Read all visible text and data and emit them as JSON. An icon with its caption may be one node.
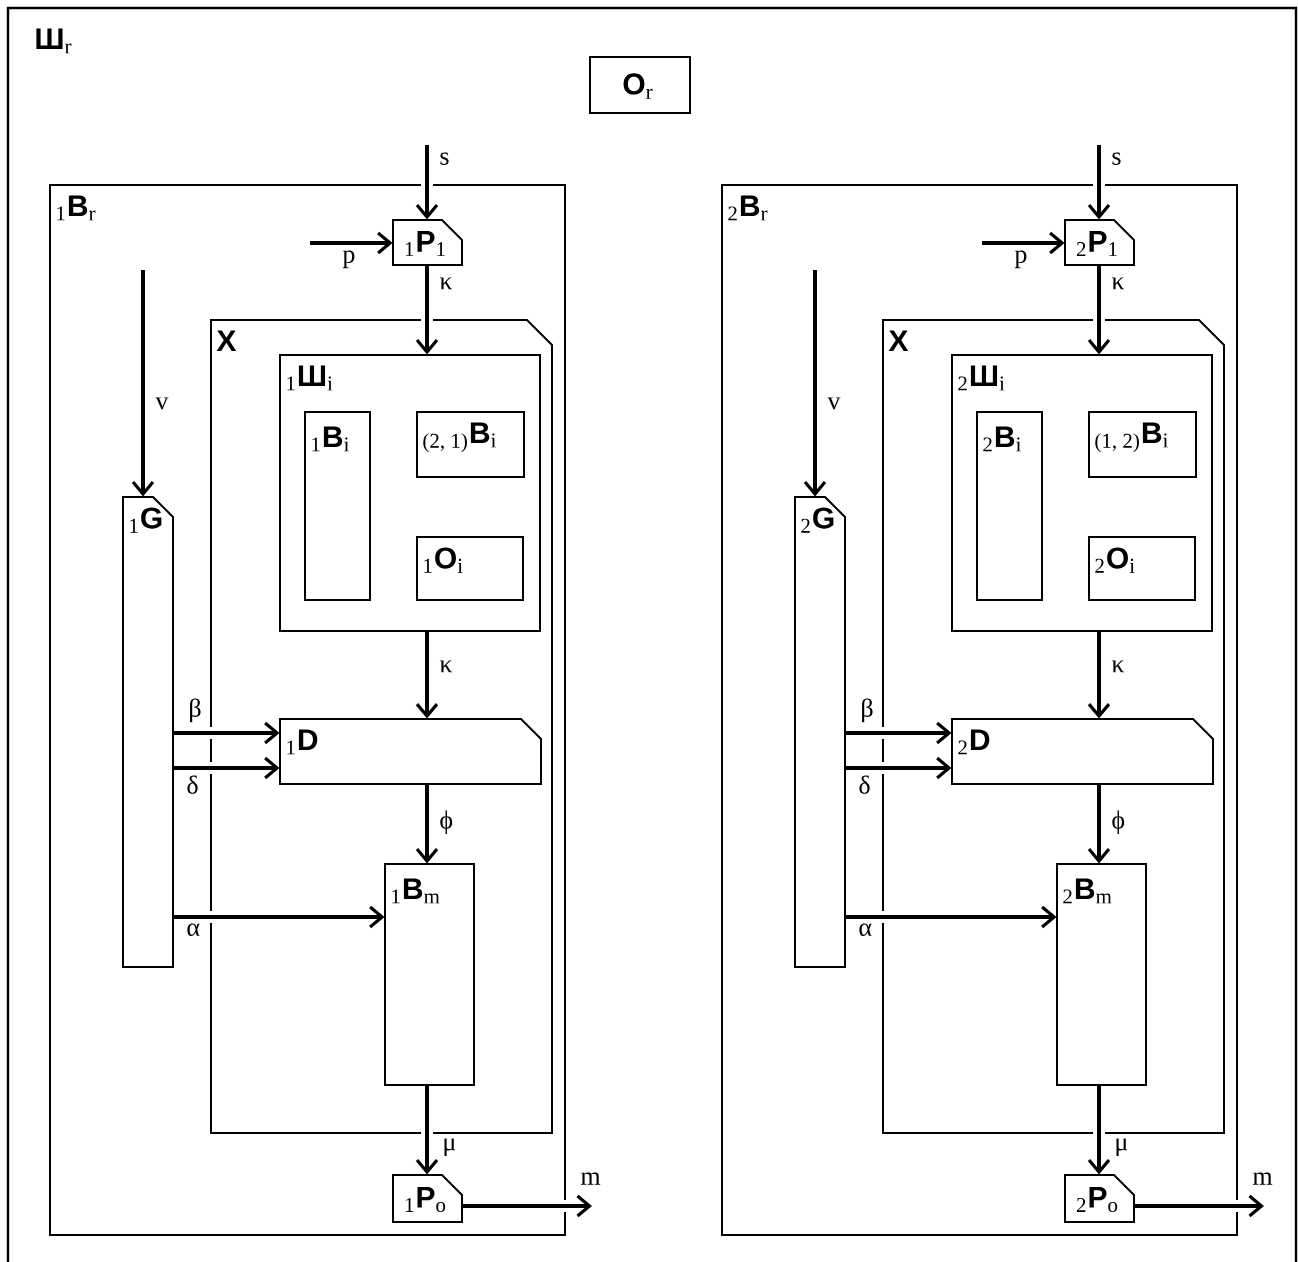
{
  "diagram": {
    "nodes": [
      {
        "text": [
          "**Ш**$_{r}$"
        ]
      },
      {
        "text": [
          "**O**$_{r}$"
        ],
        "in": 0
      },
      {
        "text": [
          "$_{1}$**B**$_{r}$"
        ],
        "in": 0
      },
      {
        "text": [
          "$_{1}$**P**$_{1}$"
        ],
        "in": 2
      },
      {
        "text": [
          "$_{1}$**G**"
        ],
        "in": 2
      },
      {
        "text": [
          "X"
        ],
        "in": 2
      },
      {
        "text": [
          "$_{1}$**Ш**$_{i}$"
        ],
        "in": 5
      },
      {
        "text": [
          "$_{1}$**B**$_{i}$"
        ],
        "in": 6
      },
      {
        "text": [
          "$_{(2, 1)}$**B**$_{i}$"
        ],
        "in": 6
      },
      {
        "text": [
          "$_{1}$**O**$_{i}$"
        ],
        "in": 6
      },
      {
        "text": [
          "$_{1}$**D**"
        ],
        "in": 5
      },
      {
        "text": [
          "$_{1}$**B**$_{m}$"
        ],
        "in": 5
      },
      {
        "text": [
          "$_{1}$**P**$_{o}$"
        ],
        "in": 2
      },
      {
        "text": [
          "$_{2}$**B**$_{r}$"
        ],
        "in": 0
      },
      {
        "text": [
          "$_{2}$**P**$_{1}$"
        ],
        "in": 13
      },
      {
        "text": [
          "$_{2}$**G**"
        ],
        "in": 13
      },
      {
        "text": [
          "X"
        ],
        "in": 13
      },
      {
        "text": [
          "$_{2}$**Ш**$_{i}$"
        ],
        "in": 16
      },
      {
        "text": [
          "$_{2}$**B**$_{i}$"
        ],
        "in": 17
      },
      {
        "text": [
          "$_{(1, 2)}$**B**$_{i}$"
        ],
        "in": 17
      },
      {
        "text": [
          "$_{2}$**O**$_{i}$"
        ],
        "in": 17
      },
      {
        "text": [
          "$_{2}$**D**"
        ],
        "in": 16
      },
      {
        "text": [
          "$_{2}$**B**$_{m}$"
        ],
        "in": 16
      },
      {
        "text": [
          "$_{2}$**P**$_{o}$"
        ],
        "in": 13
      }
    ],
    "edges": [
      {
        "from": null,
        "to": 3,
        "arrow": "to",
        "label": "s"
      },
      {
        "from": null,
        "to": 3,
        "arrow": "to",
        "label": "p"
      },
      {
        "from": 3,
        "to": 6,
        "arrow": "to",
        "label": "κ"
      },
      {
        "from": null,
        "to": 4,
        "arrow": "to",
        "label": "v"
      },
      {
        "from": 6,
        "to": 10,
        "arrow": "to",
        "label": "κ"
      },
      {
        "from": 4,
        "to": 10,
        "arrow": "to",
        "label": "β"
      },
      {
        "from": 4,
        "to": 10,
        "arrow": "to",
        "label": "δ"
      },
      {
        "from": 10,
        "to": 11,
        "arrow": "to",
        "label": "ϕ"
      },
      {
        "from": 4,
        "to": 11,
        "arrow": "to",
        "label": "α"
      },
      {
        "from": 11,
        "to": 12,
        "arrow": "to",
        "label": "μ"
      },
      {
        "from": 12,
        "to": null,
        "arrow": "to",
        "label": "m"
      },
      {
        "from": null,
        "to": 14,
        "arrow": "to",
        "label": "s"
      },
      {
        "from": null,
        "to": 14,
        "arrow": "to",
        "label": "p"
      },
      {
        "from": 14,
        "to": 17,
        "arrow": "to",
        "label": "κ"
      },
      {
        "from": null,
        "to": 15,
        "arrow": "to",
        "label": "v"
      },
      {
        "from": 17,
        "to": 21,
        "arrow": "to",
        "label": "κ"
      },
      {
        "from": 15,
        "to": 21,
        "arrow": "to",
        "label": "β"
      },
      {
        "from": 15,
        "to": 21,
        "arrow": "to",
        "label": "δ"
      },
      {
        "from": 21,
        "to": 22,
        "arrow": "to",
        "label": "ϕ"
      },
      {
        "from": 15,
        "to": 22,
        "arrow": "to",
        "label": "α"
      },
      {
        "from": 22,
        "to": 23,
        "arrow": "to",
        "label": "μ"
      },
      {
        "from": 23,
        "to": null,
        "arrow": "to",
        "label": "m"
      }
    ]
  }
}
